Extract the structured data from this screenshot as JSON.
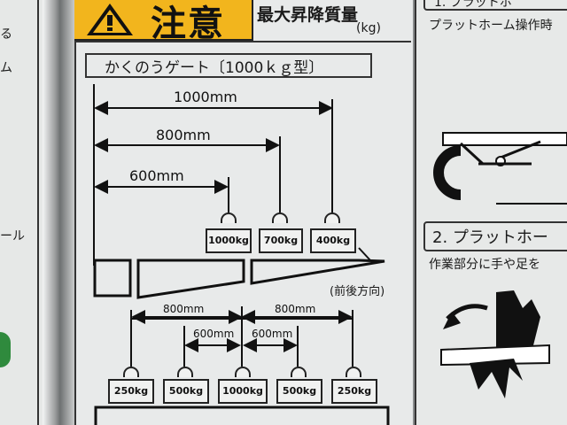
{
  "header": {
    "caution_label": "注意",
    "max_load_label": "最大昇降質量",
    "max_load_unit": "(kg)"
  },
  "diagram": {
    "title": "かくのうゲート〔1000ｋｇ型〕",
    "direction_note": "(前後方向)",
    "fore_aft": {
      "distances": [
        "1000mm",
        "800mm",
        "600mm"
      ],
      "weights": [
        "1000kg",
        "700kg",
        "400kg"
      ]
    },
    "lateral": {
      "outer_distance_left": "800mm",
      "outer_distance_right": "800mm",
      "inner_distance_left": "600mm",
      "inner_distance_right": "600mm",
      "weights": [
        "250kg",
        "500kg",
        "1000kg",
        "500kg",
        "250kg"
      ]
    }
  },
  "left_panel": {
    "fragments": [
      "る",
      "ム",
      "ール"
    ]
  },
  "right_panel": {
    "section1_title": "1. プラットホ",
    "section1_text": "プラットホーム操作時",
    "section2_title": "2. プラットホー",
    "section2_text": "作業部分に手や足を"
  },
  "colors": {
    "caution_yellow": "#f2b51d",
    "panel_bg": "#e8eaea",
    "ink": "#1a1a1a"
  }
}
